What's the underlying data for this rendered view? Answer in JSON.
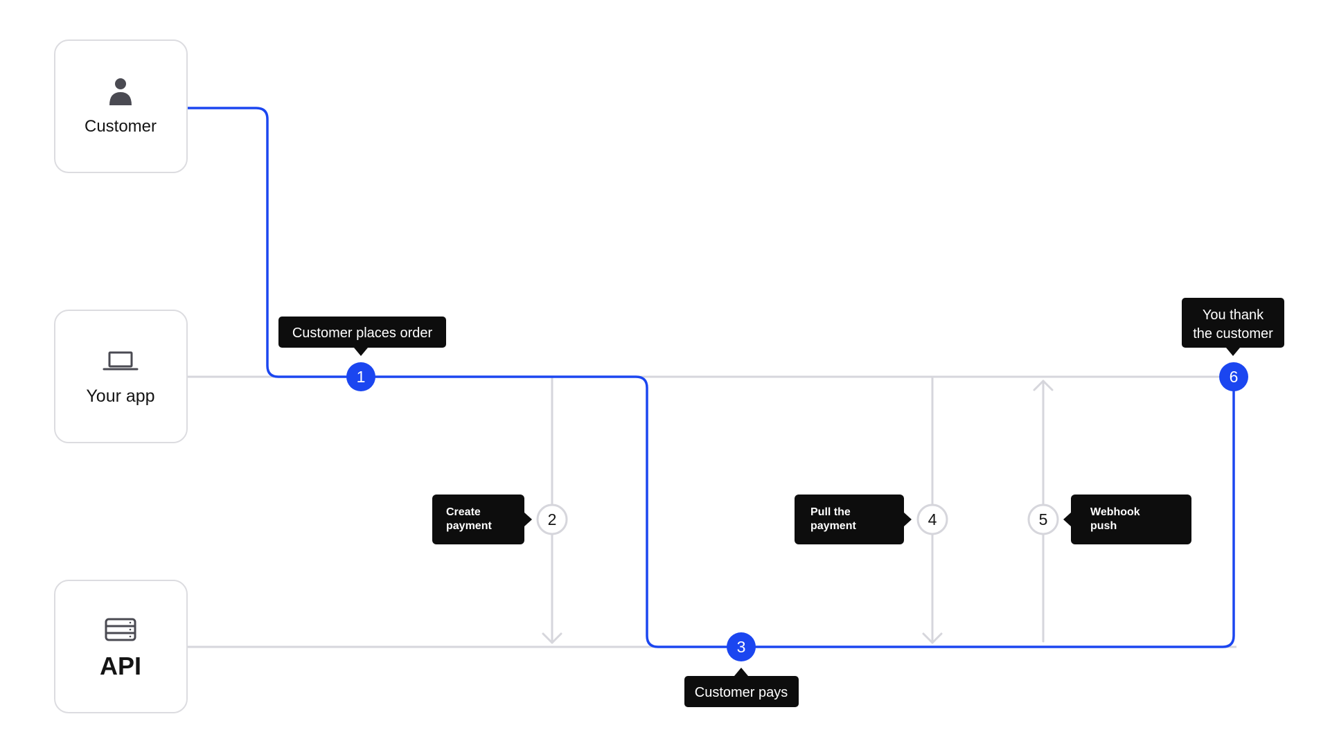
{
  "colors": {
    "flow": "#1b46f0",
    "track": "#d6d6dc",
    "tooltip": "#0d0d0d",
    "card_border": "#dcdce0",
    "icon": "#4a4a52",
    "text": "#141414"
  },
  "lanes": [
    {
      "id": "customer",
      "label": "Customer",
      "icon": "person-icon"
    },
    {
      "id": "app",
      "label": "Your app",
      "icon": "laptop-icon"
    },
    {
      "id": "api",
      "label": "API",
      "icon": "server-icon"
    }
  ],
  "steps": [
    {
      "number": "1",
      "highlighted": true,
      "lines": [
        "Customer places order"
      ]
    },
    {
      "number": "2",
      "highlighted": false,
      "lines": [
        "Create",
        "payment"
      ]
    },
    {
      "number": "3",
      "highlighted": true,
      "lines": [
        "Customer pays"
      ]
    },
    {
      "number": "4",
      "highlighted": false,
      "lines": [
        "Pull the",
        "payment"
      ]
    },
    {
      "number": "5",
      "highlighted": false,
      "lines": [
        "Webhook",
        "push"
      ]
    },
    {
      "number": "6",
      "highlighted": true,
      "lines": [
        "You thank",
        "the customer"
      ]
    }
  ]
}
